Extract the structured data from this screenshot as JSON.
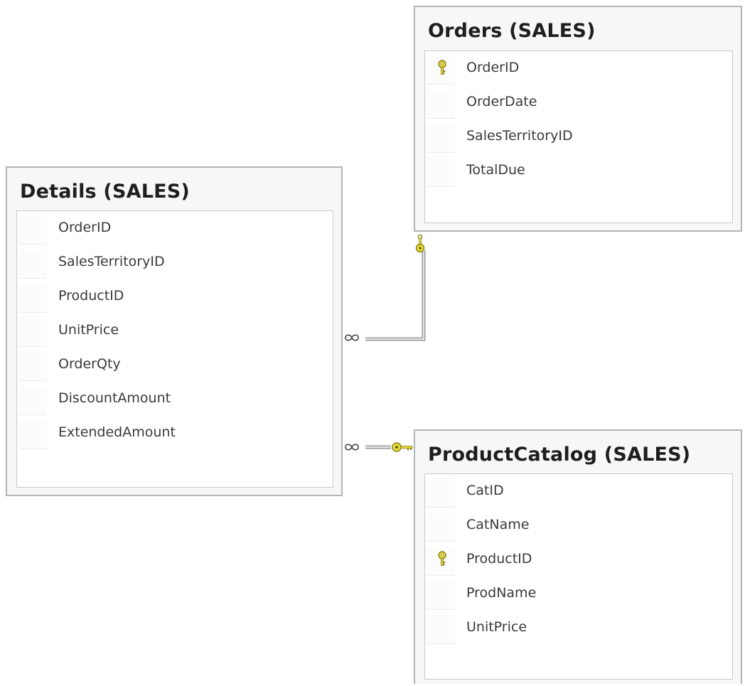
{
  "orders": {
    "title": "Orders (SALES)",
    "columns": [
      {
        "name": "OrderID",
        "key": true
      },
      {
        "name": "OrderDate",
        "key": false
      },
      {
        "name": "SalesTerritoryID",
        "key": false
      },
      {
        "name": "TotalDue",
        "key": false
      }
    ]
  },
  "details": {
    "title": "Details (SALES)",
    "columns": [
      {
        "name": "OrderID",
        "key": false
      },
      {
        "name": "SalesTerritoryID",
        "key": false
      },
      {
        "name": "ProductID",
        "key": false
      },
      {
        "name": "UnitPrice",
        "key": false
      },
      {
        "name": "OrderQty",
        "key": false
      },
      {
        "name": "DiscountAmount",
        "key": false
      },
      {
        "name": "ExtendedAmount",
        "key": false
      }
    ]
  },
  "product_catalog": {
    "title": "ProductCatalog (SALES)",
    "columns": [
      {
        "name": "CatID",
        "key": false
      },
      {
        "name": "CatName",
        "key": false
      },
      {
        "name": "ProductID",
        "key": true
      },
      {
        "name": "ProdName",
        "key": false
      },
      {
        "name": "UnitPrice",
        "key": false
      }
    ]
  },
  "colors": {
    "key_icon": "#e8df3a",
    "key_icon_outline": "#8a7d12",
    "link_line": "#9a9a9a",
    "frame_border": "#b5b5b5"
  }
}
